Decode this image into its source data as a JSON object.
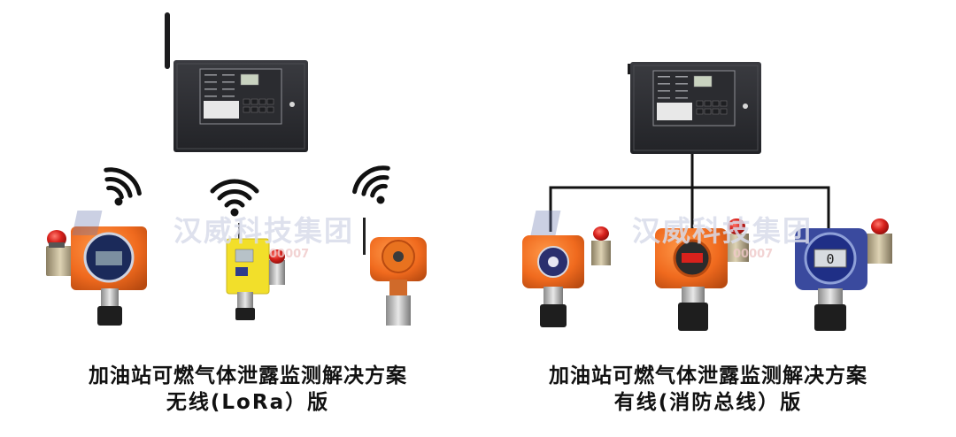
{
  "left_panel": {
    "title": "加油站可燃气体泄露监测解决方案",
    "subtitle": "无线(LoRa）版",
    "watermark": "汉威科技集团",
    "watermark_sub": "00007"
  },
  "right_panel": {
    "title": "加油站可燃气体泄露监测解决方案",
    "subtitle": "有线(消防总线）版",
    "watermark": "汉威科技集团",
    "watermark_sub": "00007",
    "detector3_display": "0"
  },
  "icons": [
    "wifi-icon",
    "wifi-icon",
    "wifi-icon"
  ],
  "colors": {
    "controller_body": "#2e2f33",
    "detector_orange": "#f06a1e",
    "detector_yellow": "#f2df2a",
    "detector_blue": "#2a3f9e",
    "alarm_red": "#d8211c",
    "wire": "#111111"
  }
}
